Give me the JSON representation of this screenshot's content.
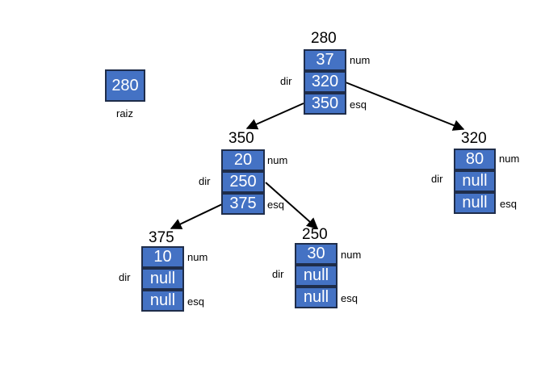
{
  "root_pointer": {
    "value": "280",
    "label": "raiz"
  },
  "nodes": [
    {
      "address": "280",
      "num": "37",
      "dir": "320",
      "esq": "350"
    },
    {
      "address": "350",
      "num": "20",
      "dir": "250",
      "esq": "375"
    },
    {
      "address": "320",
      "num": "80",
      "dir": "null",
      "esq": "null"
    },
    {
      "address": "375",
      "num": "10",
      "dir": "null",
      "esq": "null"
    },
    {
      "address": "250",
      "num": "30",
      "dir": "null",
      "esq": "null"
    }
  ],
  "field_labels": {
    "num": "num",
    "dir": "dir",
    "esq": "esq"
  }
}
